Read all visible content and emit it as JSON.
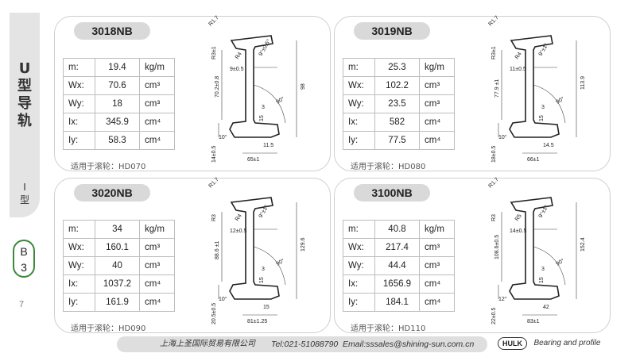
{
  "sidebar": {
    "title_lines": [
      "U",
      "型",
      "导",
      "轨"
    ],
    "sub_lines": [
      "I",
      "型"
    ],
    "badge_lines": [
      "B",
      "3"
    ],
    "page": "7"
  },
  "units": {
    "m": "kg/m",
    "wx": "cm³",
    "wy": "cm³",
    "ix": "cm⁴",
    "iy": "cm⁴"
  },
  "keys": {
    "m": "m:",
    "wx": "Wx:",
    "wy": "Wy:",
    "ix": "Ix:",
    "iy": "Iy:"
  },
  "products": [
    {
      "name": "3018NB",
      "specs": {
        "m": "19.4",
        "wx": "70.6",
        "wy": "18",
        "ix": "345.9",
        "iy": "58.3"
      },
      "wheel": "适用于滚轮：HD070",
      "dims": {
        "r_top": "R1.7",
        "r3": "R3±1",
        "r4": "R4",
        "web_h": "70.2±0.8",
        "web_t": "9±0.5",
        "slope": "9°±0.5°",
        "height": "98",
        "angle": "90°",
        "three": "3",
        "fifteen": "15",
        "ten": "10°",
        "flange": "14±0.5",
        "inner_w": "11.5",
        "width": "65±1"
      }
    },
    {
      "name": "3019NB",
      "specs": {
        "m": "25.3",
        "wx": "102.2",
        "wy": "23.5",
        "ix": "582",
        "iy": "77.5"
      },
      "wheel": "适用于滚轮：HD080",
      "dims": {
        "r_top": "R1.7",
        "r3": "R3±1",
        "r4": "R4",
        "web_h": "77.9 ±1",
        "web_t": "11±0.5",
        "slope": "9°±1°",
        "height": "113.9",
        "angle": "90°",
        "three": "3",
        "fifteen": "15",
        "ten": "10°",
        "flange": "18±0.5",
        "inner_w": "14.5",
        "width": "66±1"
      }
    },
    {
      "name": "3020NB",
      "specs": {
        "m": "34",
        "wx": "160.1",
        "wy": "40",
        "ix": "1037.2",
        "iy": "161.9"
      },
      "wheel": "适用于滚轮：HD090",
      "dims": {
        "r_top": "R1.7",
        "r3": "R3",
        "r4": "R4",
        "web_h": "88.6 ±1",
        "web_t": "12±0.5",
        "slope": "9°±1°",
        "height": "129.6",
        "angle": "90°",
        "three": "3",
        "fifteen": "15",
        "ten": "10°",
        "flange": "20.5±0.5",
        "inner_w": "15",
        "width": "81±1.25"
      }
    },
    {
      "name": "3100NB",
      "specs": {
        "m": "40.8",
        "wx": "217.4",
        "wy": "44.4",
        "ix": "1656.9",
        "iy": "184.1"
      },
      "wheel": "适用于滚轮：HD110",
      "dims": {
        "r_top": "R1.7",
        "r3": "R3",
        "r4": "R5",
        "web_h": "108.6±0.5",
        "web_t": "14±0.5",
        "slope": "9°±1°",
        "height": "152.4",
        "angle": "90°",
        "three": "3",
        "fifteen": "15",
        "ten": "12°",
        "flange": "22±0.5",
        "inner_w": "42",
        "width": "83±1"
      }
    }
  ],
  "footer": {
    "company": "上海上圣国际贸易有限公司",
    "tel": "Tel:021-51088790",
    "email": "Email:sssales@shining-sun.com.cn",
    "logo": "HULK",
    "tagline": "Bearing and profile"
  }
}
